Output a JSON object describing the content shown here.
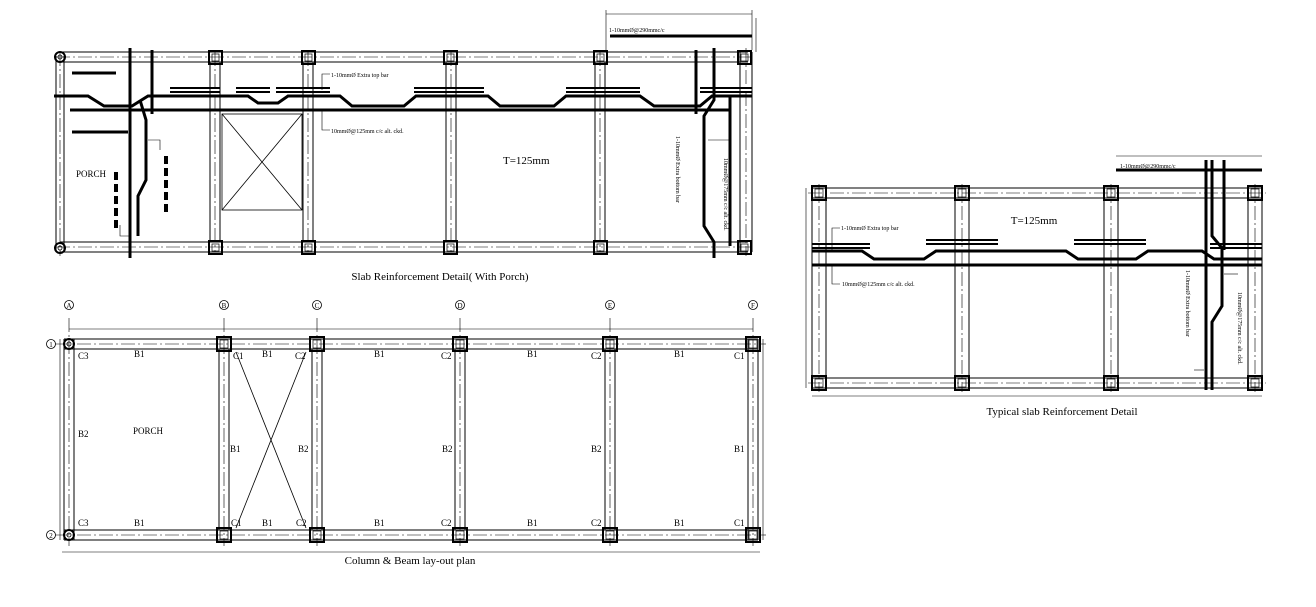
{
  "slab_porch": {
    "title": "Slab Reinforcement Detail( With Porch)",
    "porch_label": "PORCH",
    "thickness": "T=125mm",
    "extra_top_bar": "1-10mmØ Extra top bar",
    "main_bars": "10mmØ@125mm c/c alt. ckd.",
    "top_distribution": "1-10mmØ@290mmc/c",
    "extra_bottom_bar": "1-10mmØ Extra bottom bar",
    "dist_bars": "10mmØ@175mm c/c alt. ckd."
  },
  "layout_plan": {
    "title": "Column & Beam lay-out plan",
    "porch_label": "PORCH",
    "grid_columns": [
      "A",
      "B",
      "C",
      "D",
      "E",
      "F"
    ],
    "grid_rows": [
      "1",
      "2"
    ],
    "top_row_labels": [
      "C3",
      "B1",
      "C1",
      "B1",
      "C2",
      "B1",
      "C2",
      "B1",
      "C2",
      "B1",
      "C1"
    ],
    "middle_labels": [
      "B2",
      "B1",
      "B2",
      "B2",
      "B2",
      "B1"
    ],
    "bottom_row_labels": [
      "C3",
      "B1",
      "C1",
      "B1",
      "C2",
      "B1",
      "C2",
      "B1",
      "C2",
      "B1",
      "C1"
    ]
  },
  "typical_slab": {
    "title": "Typical slab Reinforcement Detail",
    "thickness": "T=125mm",
    "extra_top_bar": "1-10mmØ Extra top bar",
    "main_bars": "10mmØ@125mm c/c alt. ckd.",
    "top_distribution": "1-10mmØ@290mmc/c",
    "extra_bottom_bar": "1-10mmØ Extra bottom bar",
    "dist_bars": "10mmØ@175mm c/c alt. ckd."
  },
  "colors": {
    "line": "#000000",
    "background": "#ffffff"
  }
}
